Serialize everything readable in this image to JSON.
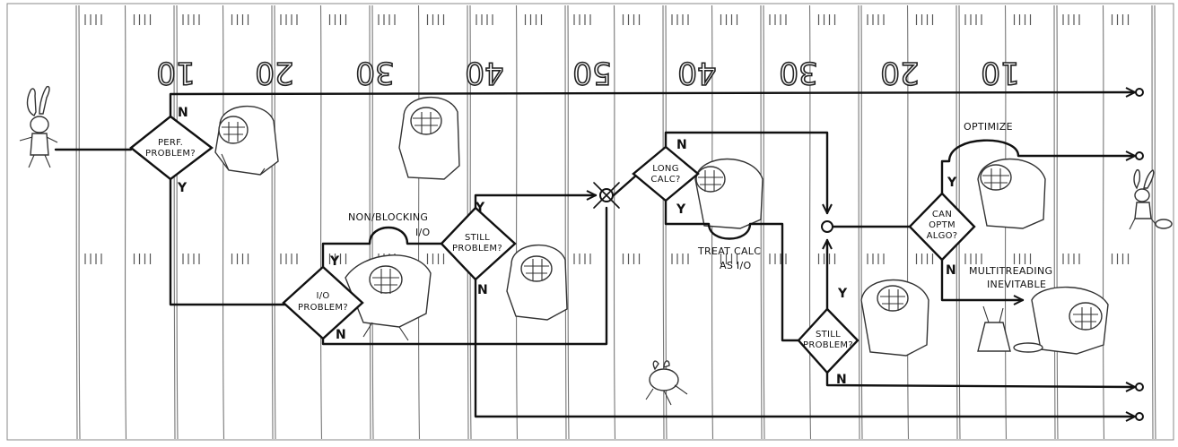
{
  "field": {
    "yard_numbers": [
      "10",
      "20",
      "30",
      "40",
      "50",
      "40",
      "30",
      "20",
      "10"
    ]
  },
  "diagram": {
    "decisions": {
      "perf_problem": [
        "PERF.",
        "PROBLEM?"
      ],
      "io_problem": [
        "I/O",
        "PROBLEM?"
      ],
      "still_problem_1": [
        "STILL",
        "PROBLEM?"
      ],
      "long_calc": [
        "LONG",
        "CALC?"
      ],
      "still_problem_2": [
        "STILL",
        "PROBLEM?"
      ],
      "can_optm_algo": [
        "CAN",
        "OPTM",
        "ALGO?"
      ]
    },
    "notes": {
      "non_blocking_io": [
        "NON/BLOCKING",
        "I/O"
      ],
      "treat_calc_as_io": [
        "TREAT CALC",
        "AS I/O"
      ],
      "optimize": "OPTIMIZE",
      "multitreading_inevitable": [
        "MULTITREADING",
        "INEVITABLE"
      ]
    },
    "answers": {
      "yes": "Y",
      "no": "N"
    }
  }
}
